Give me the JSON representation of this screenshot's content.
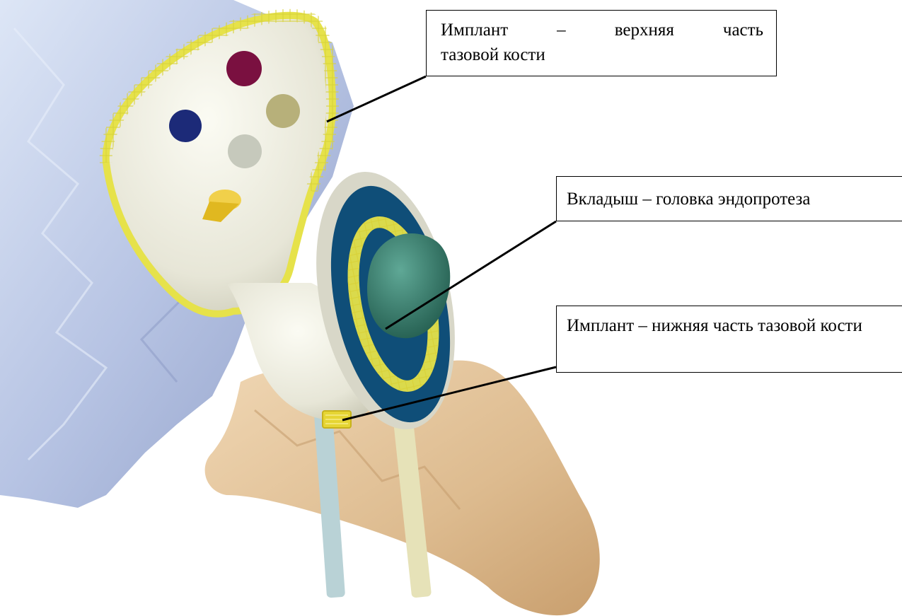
{
  "callouts": {
    "upper_implant": {
      "word1": "Имплант",
      "word2": "–",
      "word3": "верхняя",
      "word4": "часть",
      "line2": "тазовой кости"
    },
    "liner": {
      "text": "Вкладыш – головка эндопротеза"
    },
    "lower_implant": {
      "text": "Имплант – нижняя часть тазовой кости"
    }
  },
  "colors": {
    "pelvis_bone": "#b6c3e3",
    "implant_body": "#ecebde",
    "implant_outline": "#e6e24a",
    "cup_shell": "#0f4e78",
    "femoral_head": "#2f7a68",
    "femur_bone": "#e4c49c",
    "screw_hole_red": "#7a1040",
    "screw_hole_blue": "#1c2a78",
    "screw_hole_olive": "#b7b07a",
    "screw_hole_grey": "#c6c9bc",
    "screw_yellow": "#e0b820",
    "rod_blue": "#b9d2d6",
    "rod_cream": "#e6e2b8"
  }
}
